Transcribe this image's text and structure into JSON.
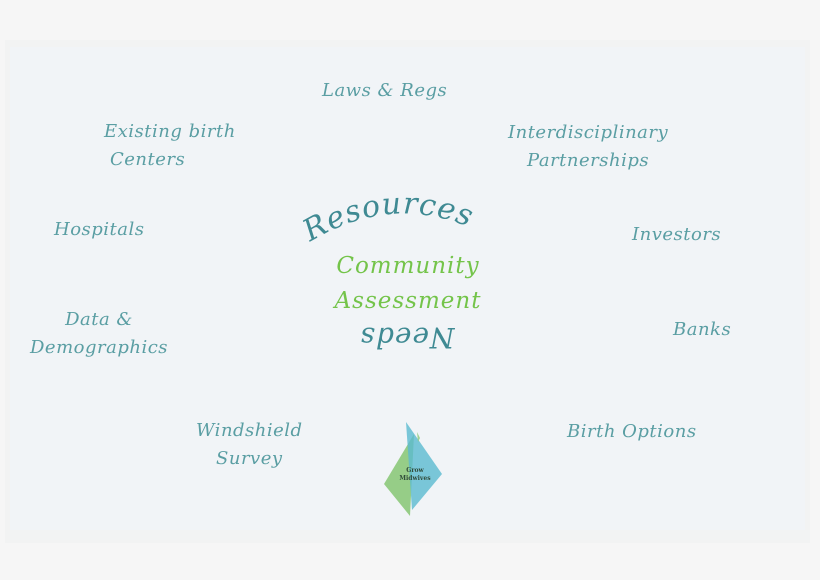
{
  "diagram": {
    "center": {
      "top_arc": "Resources",
      "line1": "Community",
      "line2": "Assessment",
      "bottom_arc": "Needs"
    },
    "nodes": [
      {
        "id": "laws",
        "lines": [
          "Laws & Regs"
        ]
      },
      {
        "id": "existing",
        "lines": [
          "Existing birth",
          "Centers"
        ]
      },
      {
        "id": "interdisciplinary",
        "lines": [
          "Interdisciplinary",
          "Partnerships"
        ]
      },
      {
        "id": "hospitals",
        "lines": [
          "Hospitals"
        ]
      },
      {
        "id": "investors",
        "lines": [
          "Investors"
        ]
      },
      {
        "id": "data",
        "lines": [
          "Data &",
          "Demographics"
        ]
      },
      {
        "id": "banks",
        "lines": [
          "Banks"
        ]
      },
      {
        "id": "windshield",
        "lines": [
          "Windshield",
          "Survey"
        ]
      },
      {
        "id": "birth_options",
        "lines": [
          "Birth Options"
        ]
      }
    ],
    "logo": {
      "line1": "Grow",
      "line2": "Midwives"
    },
    "colors": {
      "node_text": "#5a9ea3",
      "arc_text": "#3f8a93",
      "center_text": "#74c44a",
      "logo_green": "#8cc97a",
      "logo_blue": "#5bbad0"
    }
  }
}
